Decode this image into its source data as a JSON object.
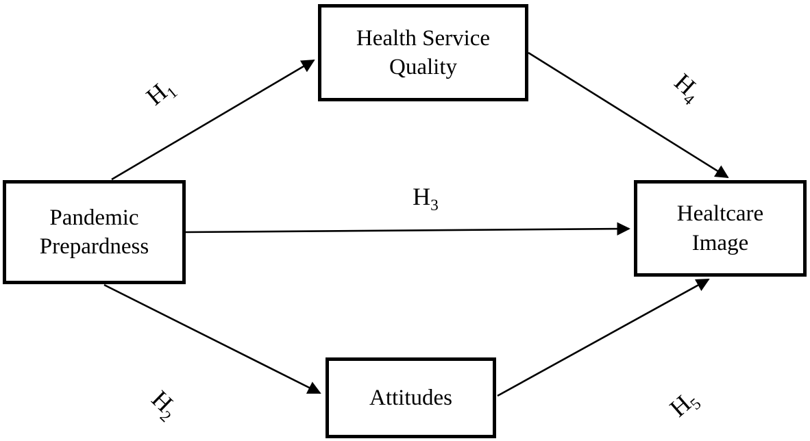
{
  "diagram": {
    "background_color": "#ffffff",
    "stroke_color": "#000000",
    "nodes": {
      "health_service_quality": {
        "line1": "Health Service",
        "line2": "Quality"
      },
      "pandemic_prepardness": {
        "line1": "Pandemic",
        "line2": "Prepardness"
      },
      "healtcare_image": {
        "line1": "Healtcare",
        "line2": "Image"
      },
      "attitudes": {
        "line1": "Attitudes"
      }
    },
    "hypotheses": {
      "h1": {
        "base": "H",
        "sub": "1"
      },
      "h2": {
        "base": "H",
        "sub": "2"
      },
      "h3": {
        "base": "H",
        "sub": "3"
      },
      "h4": {
        "base": "H",
        "sub": "4"
      },
      "h5": {
        "base": "H",
        "sub": "5"
      }
    },
    "edges": [
      {
        "id": "h1",
        "from": "pandemic_prepardness",
        "to": "health_service_quality"
      },
      {
        "id": "h2",
        "from": "pandemic_prepardness",
        "to": "attitudes"
      },
      {
        "id": "h3",
        "from": "pandemic_prepardness",
        "to": "healtcare_image"
      },
      {
        "id": "h4",
        "from": "health_service_quality",
        "to": "healtcare_image"
      },
      {
        "id": "h5",
        "from": "attitudes",
        "to": "healtcare_image"
      }
    ]
  }
}
